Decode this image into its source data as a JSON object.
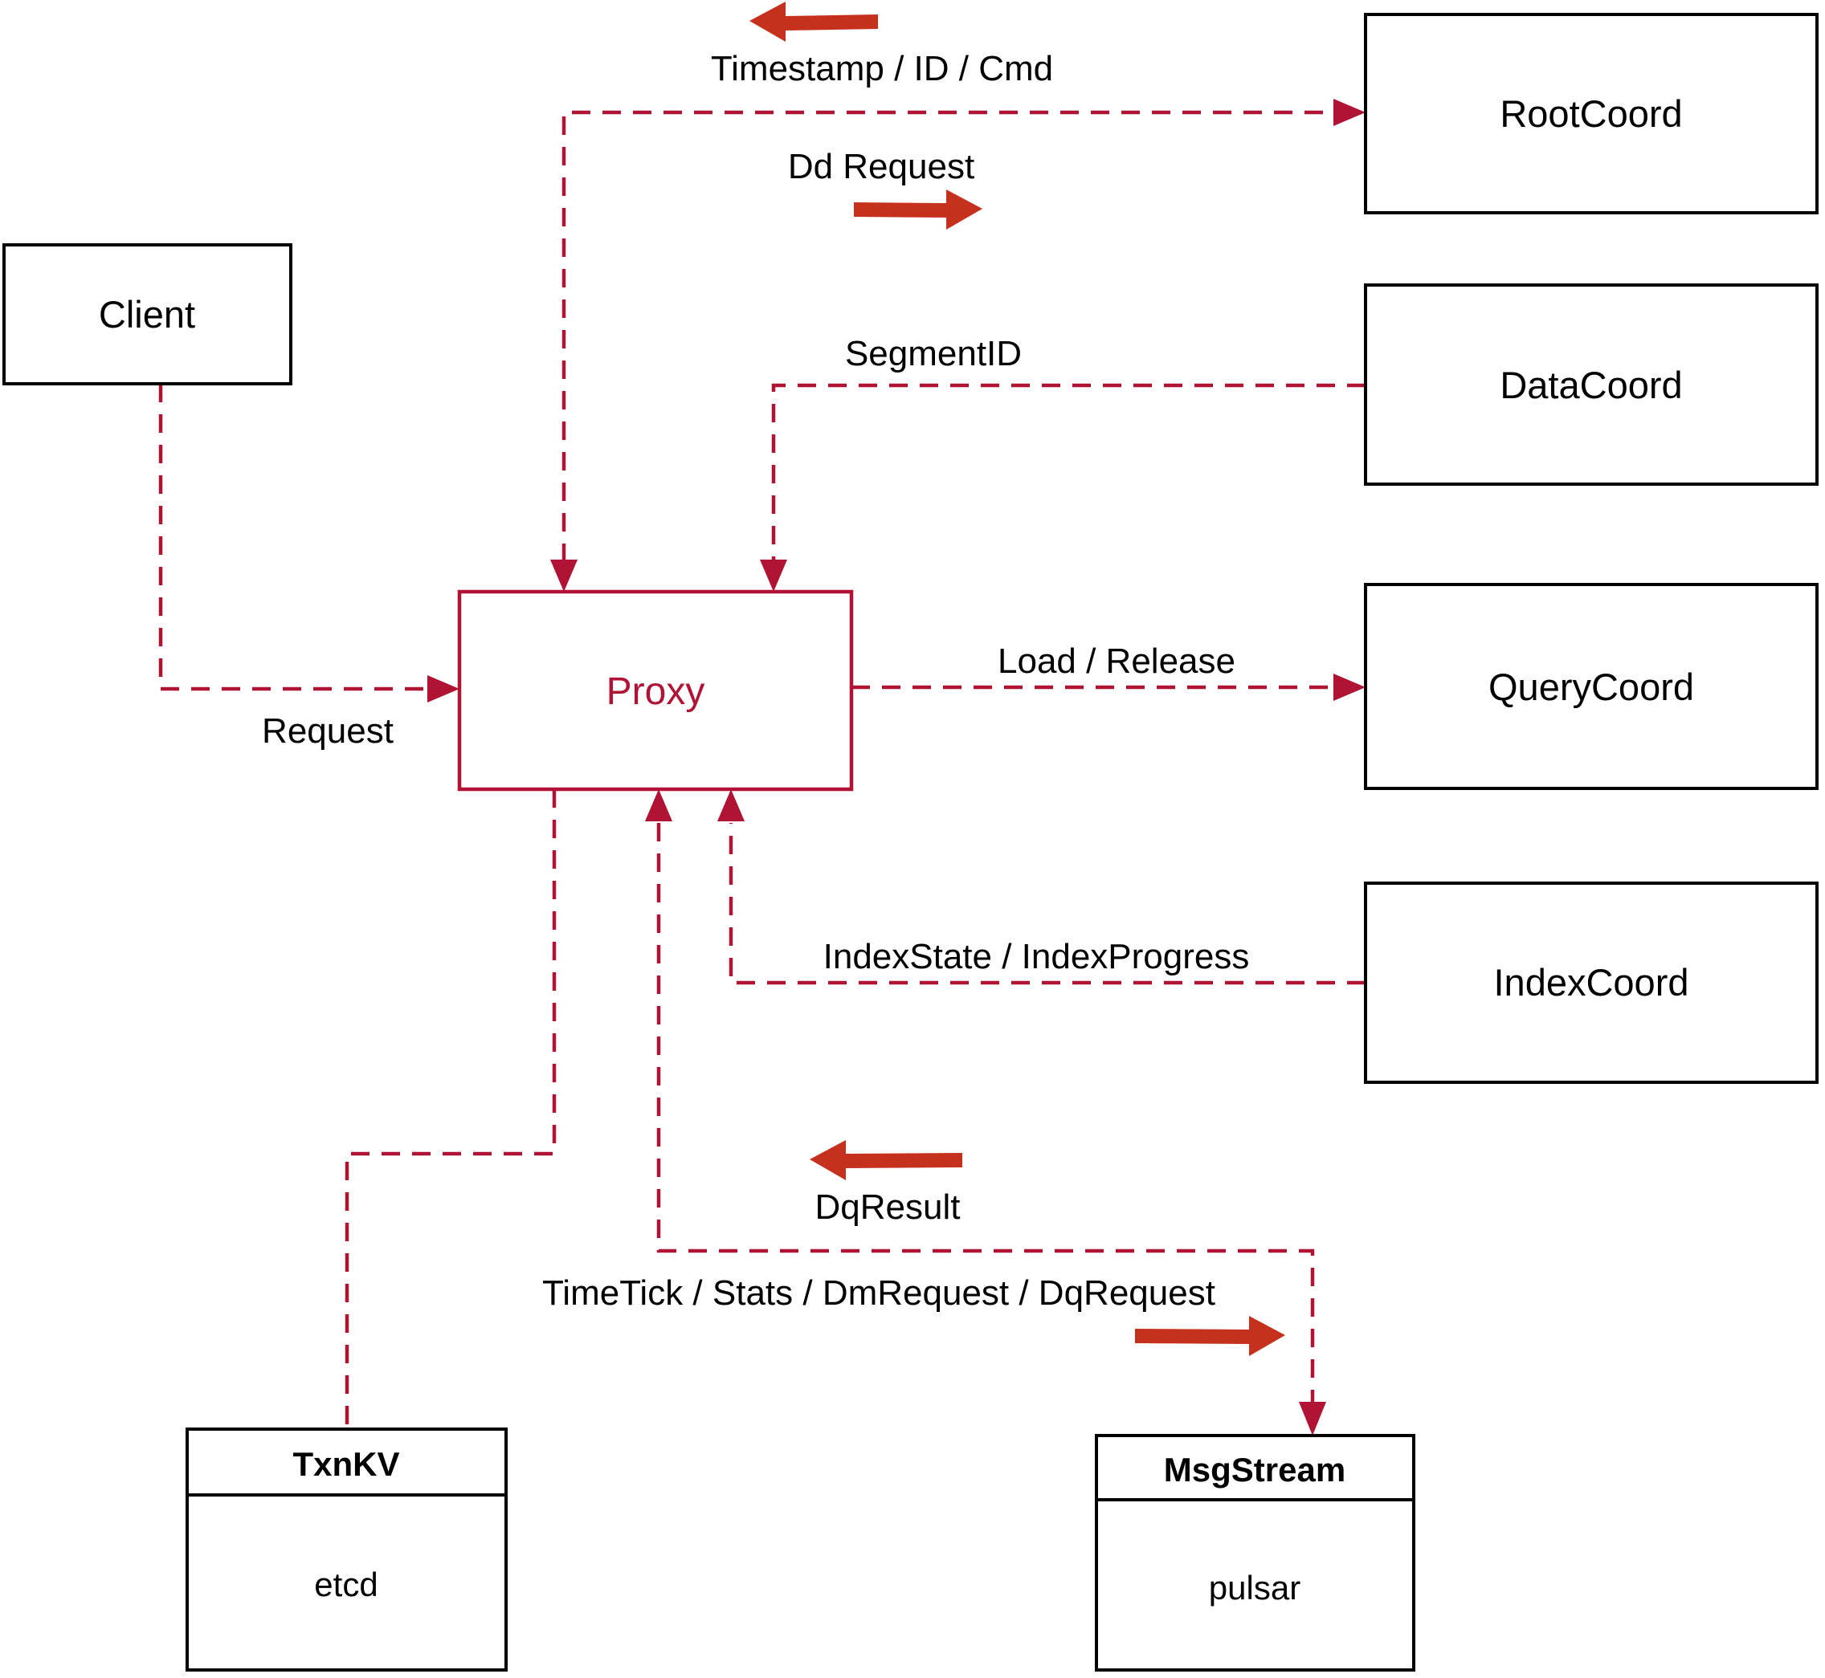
{
  "diagram": {
    "title_hint": "Milvus proxy architecture diagram",
    "nodes": {
      "client": {
        "label": "Client"
      },
      "proxy": {
        "label": "Proxy"
      },
      "rootcoord": {
        "label": "RootCoord"
      },
      "datacoord": {
        "label": "DataCoord"
      },
      "querycoord": {
        "label": "QueryCoord"
      },
      "indexcoord": {
        "label": "IndexCoord"
      },
      "txnkv": {
        "title": "TxnKV",
        "subtitle": "etcd"
      },
      "msgstream": {
        "title": "MsgStream",
        "subtitle": "pulsar"
      }
    },
    "edge_labels": {
      "request": {
        "label": "Request"
      },
      "timestamp": {
        "label": "Timestamp / ID / Cmd"
      },
      "dd_request": {
        "label": "Dd Request"
      },
      "segment_id": {
        "label": "SegmentID"
      },
      "load_release": {
        "label": "Load / Release"
      },
      "index_state": {
        "label": "IndexState / IndexProgress"
      },
      "dq_result": {
        "label": "DqResult"
      },
      "timetick": {
        "label": "TimeTick / Stats / DmRequest / DqRequest"
      }
    },
    "colors": {
      "dashed_line": "#b01334",
      "arrowhead": "#b01334",
      "flow_arrow": "#c5311d",
      "box_border": "#000000",
      "text": "#000000",
      "proxy_accent": "#b01334",
      "background": "#ffffff"
    }
  }
}
